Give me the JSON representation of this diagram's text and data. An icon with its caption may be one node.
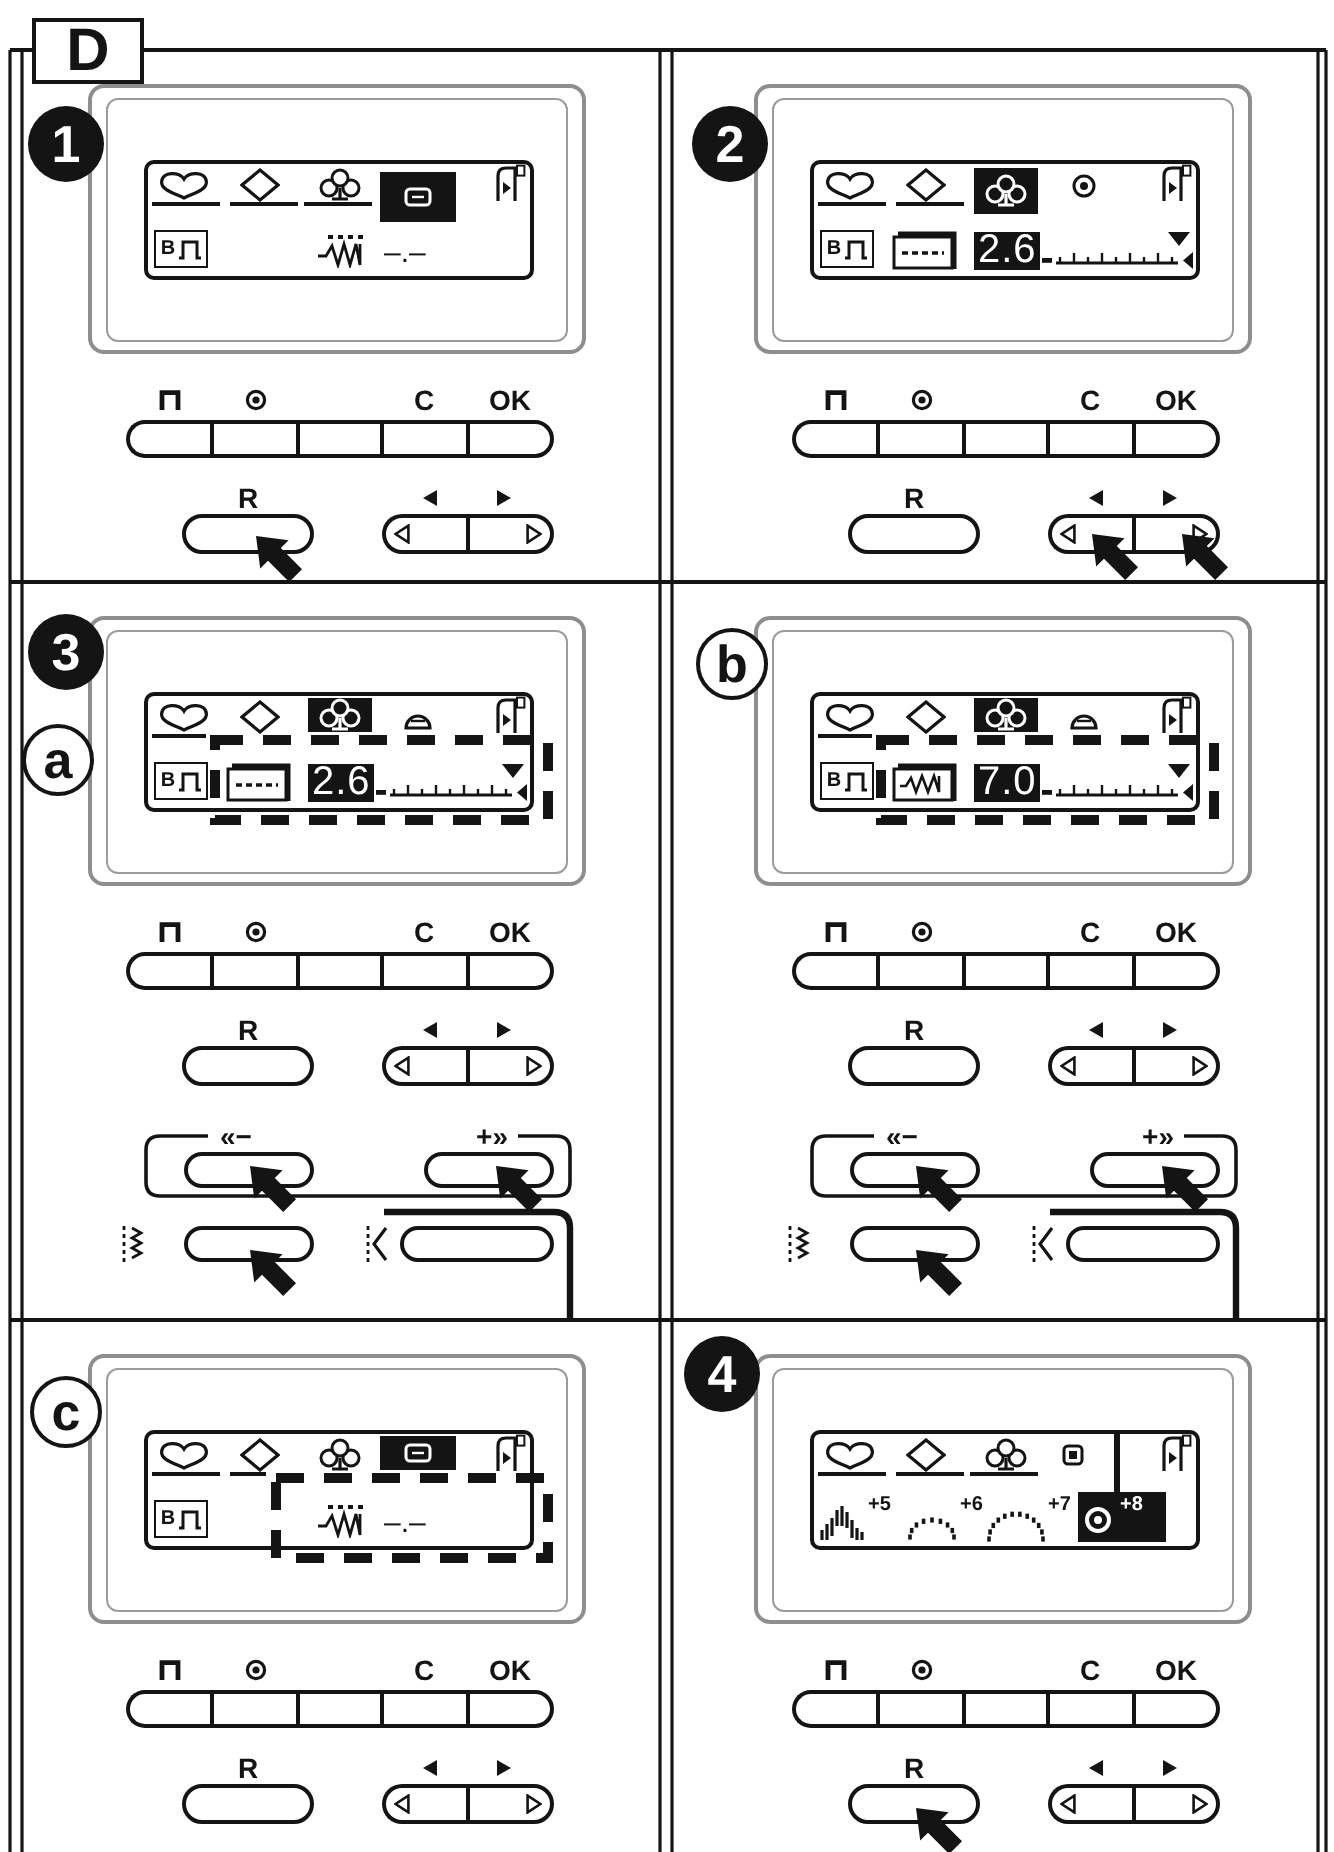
{
  "diagram": {
    "title": "D",
    "labels": [
      "1",
      "B",
      "–.–",
      "C",
      "OK",
      "R",
      "2",
      "B",
      "2.6",
      "C",
      "OK",
      "R",
      "3",
      "a",
      "B",
      "2.6",
      "C",
      "OK",
      "R",
      "«−",
      "+»",
      "b",
      "B",
      "7.0",
      "C",
      "OK",
      "R",
      "«−",
      "+»",
      "c",
      "B",
      "–.–",
      "C",
      "OK",
      "R",
      "4",
      "+5",
      "+6",
      "+7",
      "+8",
      "C",
      "OK",
      "R"
    ]
  }
}
